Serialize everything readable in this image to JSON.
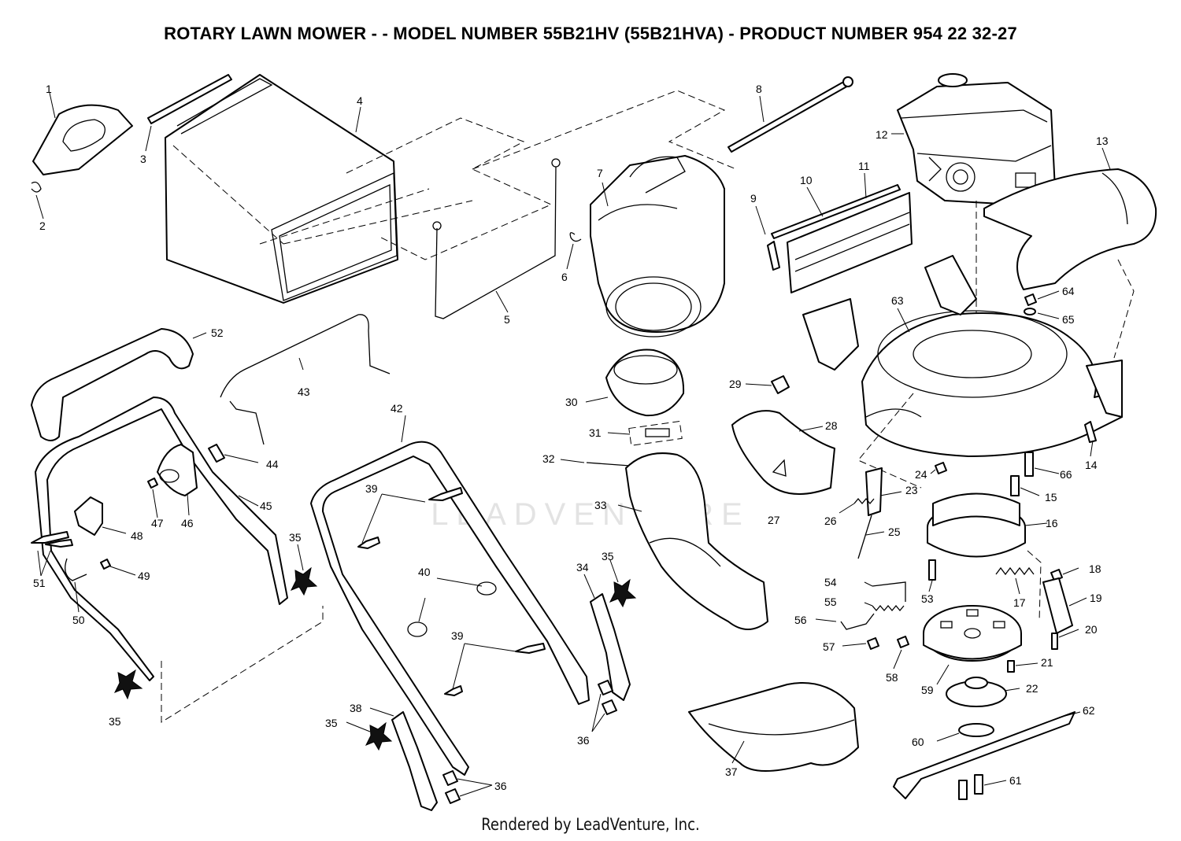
{
  "title": "ROTARY LAWN MOWER - - MODEL NUMBER 55B21HV (55B21HVA) - PRODUCT NUMBER 954 22 32-27",
  "footer": "Rendered by LeadVenture, Inc.",
  "watermark": "LEADVENTURE",
  "callouts": {
    "c1": "1",
    "c2": "2",
    "c3": "3",
    "c4": "4",
    "c5": "5",
    "c6": "6",
    "c7": "7",
    "c8": "8",
    "c9": "9",
    "c10": "10",
    "c11": "11",
    "c12": "12",
    "c13": "13",
    "c14": "14",
    "c15": "15",
    "c16": "16",
    "c17": "17",
    "c18": "18",
    "c19": "19",
    "c20": "20",
    "c21": "21",
    "c22": "22",
    "c23": "23",
    "c24": "24",
    "c25": "25",
    "c26": "26",
    "c27": "27",
    "c28": "28",
    "c29": "29",
    "c30": "30",
    "c31": "31",
    "c32": "32",
    "c33": "33",
    "c34": "34",
    "c35a": "35",
    "c35b": "35",
    "c35c": "35",
    "c35d": "35",
    "c36a": "36",
    "c36b": "36",
    "c37": "37",
    "c38": "38",
    "c39a": "39",
    "c39b": "39",
    "c40": "40",
    "c42": "42",
    "c43": "43",
    "c44": "44",
    "c45": "45",
    "c46": "46",
    "c47": "47",
    "c48": "48",
    "c49": "49",
    "c50": "50",
    "c51": "51",
    "c52": "52",
    "c53": "53",
    "c54": "54",
    "c55": "55",
    "c56": "56",
    "c57": "57",
    "c58": "58",
    "c59": "59",
    "c60": "60",
    "c61": "61",
    "c62": "62",
    "c63": "63",
    "c64": "64",
    "c65": "65",
    "c66": "66"
  },
  "colors": {
    "line": "#000000",
    "background": "#ffffff",
    "watermark": "#e3e3e3"
  }
}
